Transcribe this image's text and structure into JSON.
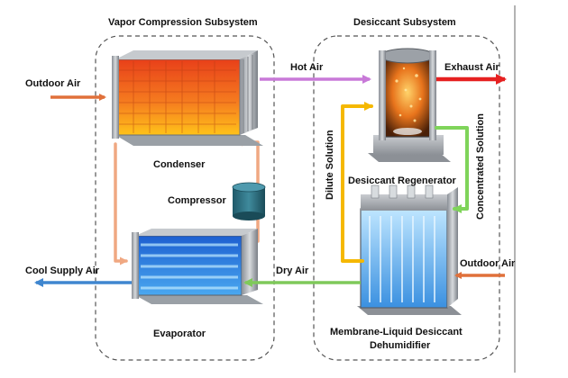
{
  "subsystems": {
    "vapor": "Vapor Compression Subsystem",
    "desiccant": "Desiccant Subsystem"
  },
  "components": {
    "condenser": "Condenser",
    "compressor": "Compressor",
    "evaporator": "Evaporator",
    "regenerator": "Desiccant Regenerator",
    "dehumidifier_line1": "Membrane-Liquid Desiccant",
    "dehumidifier_line2": "Dehumidifier"
  },
  "flows": {
    "outdoor_air_left": "Outdoor Air",
    "hot_air": "Hot Air",
    "exhaust_air": "Exhaust Air",
    "cool_supply_air": "Cool Supply Air",
    "dry_air": "Dry Air",
    "outdoor_air_right": "Outdoor Air",
    "dilute_solution": "Dilute Solution",
    "concentrated_solution": "Concentrated Solution"
  },
  "colors": {
    "outdoor_air": "#e0703a",
    "hot_air": "#c879d8",
    "exhaust_air": "#e62020",
    "cool_supply": "#3f86cf",
    "dry_air": "#7fc95a",
    "refrigerant": "#f0a882",
    "dilute": "#f5b800",
    "concentrated": "#7fd45a"
  }
}
